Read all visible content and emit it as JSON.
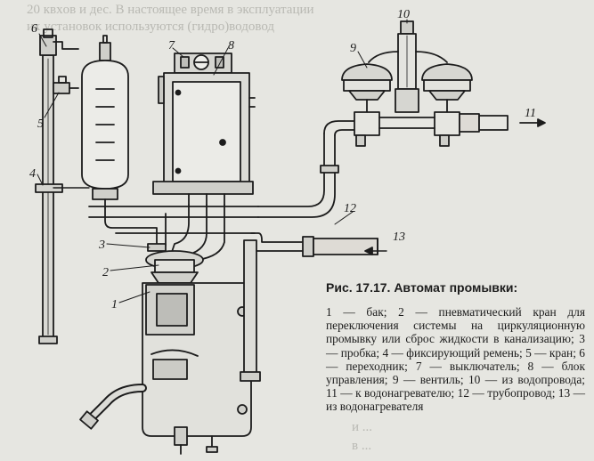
{
  "background_text": {
    "line1": "20 квxов и дес. В настоящее время в эксплуатации",
    "line2": "их установок используются (гидро)водовод",
    "line3": "и ...",
    "line4": "в ..."
  },
  "labels": [
    "1",
    "2",
    "3",
    "4",
    "5",
    "6",
    "7",
    "8",
    "9",
    "10",
    "11",
    "12",
    "13"
  ],
  "caption": {
    "title": "Рис. 17.17. Автомат промывки:",
    "legend": "1 — бак; 2 — пневматический кран для переключения системы на циркуляционную промывку или сброс жидкости в канализацию; 3 — пробка; 4 — фиксирующий ремень; 5 — кран; 6 — переходник; 7 — выключатель; 8 — блок управления; 9 — вентиль; 10 — из водопровода; 11 — к водонагревателю; 12 — трубопровод; 13 — из водонагревателя"
  }
}
